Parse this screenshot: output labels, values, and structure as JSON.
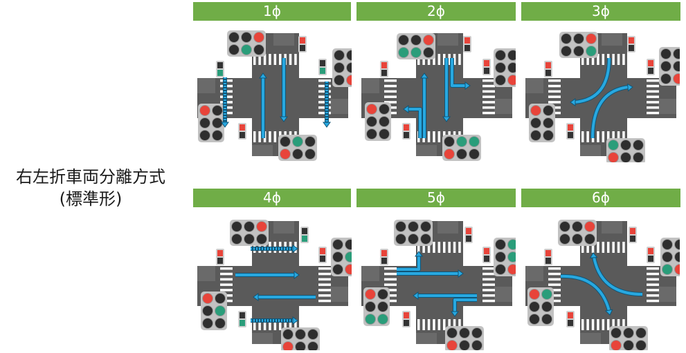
{
  "title": {
    "line1": "右左折車両分離方式",
    "line2": "(標準形)"
  },
  "colors": {
    "header": "#70ad47",
    "road": "#5a5a5a",
    "arrow": "#28a8e0",
    "signal_red": "#e8443a",
    "signal_green": "#2a9d7a",
    "signal_off": "#2e2e2e",
    "signal_housing": "#c2c2c2"
  },
  "phases": [
    {
      "label": "1ϕ",
      "movements": [
        "north-south through",
        "pedestrian east-west crossings"
      ]
    },
    {
      "label": "2ϕ",
      "movements": [
        "north-south through",
        "north-south left turn"
      ]
    },
    {
      "label": "3ϕ",
      "movements": [
        "north-south right turn"
      ]
    },
    {
      "label": "4ϕ",
      "movements": [
        "east-west through",
        "pedestrian north-south crossings"
      ]
    },
    {
      "label": "5ϕ",
      "movements": [
        "east-west through",
        "east-west left turn"
      ]
    },
    {
      "label": "6ϕ",
      "movements": [
        "east-west right turn"
      ]
    }
  ]
}
